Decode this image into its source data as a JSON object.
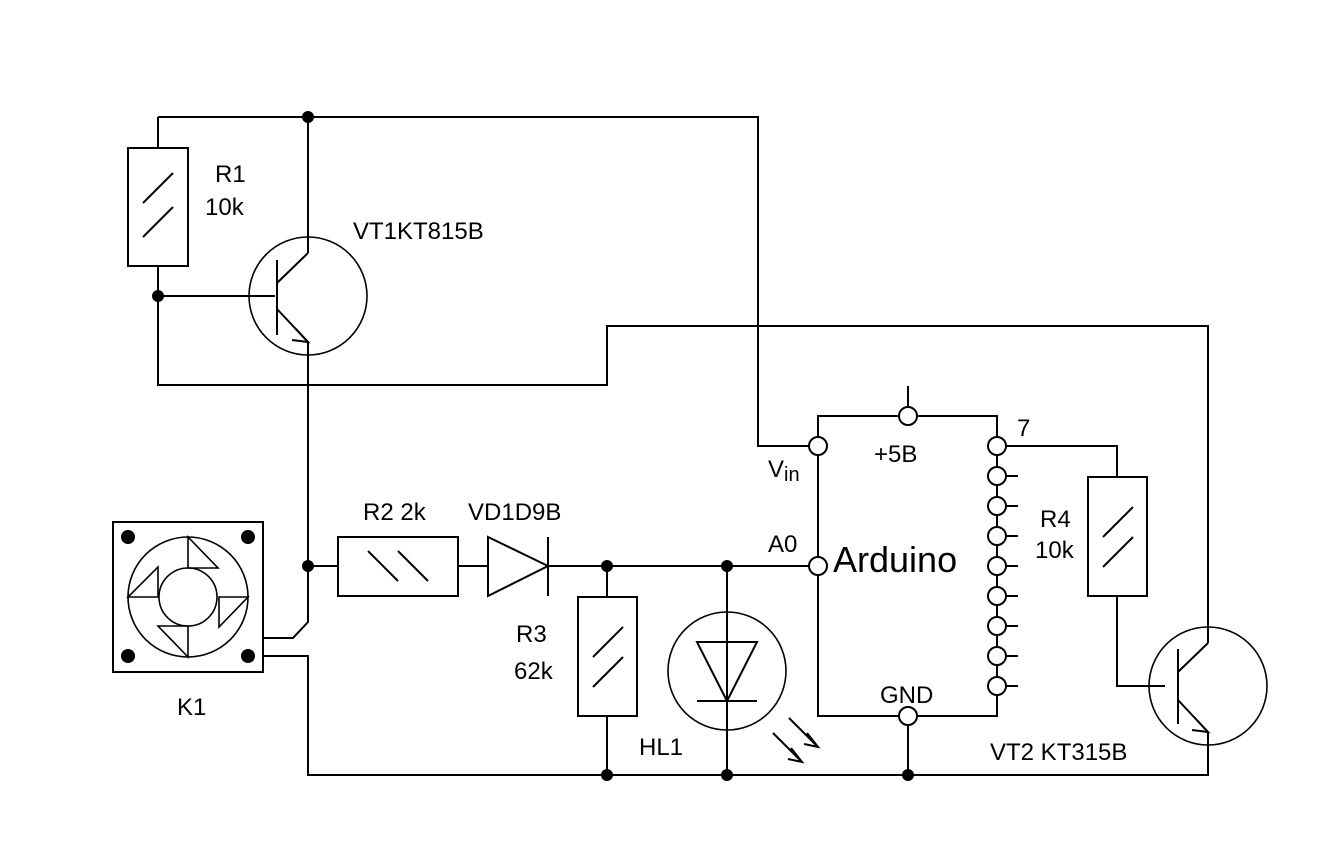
{
  "diagram": {
    "type": "electrical-schematic",
    "colors": {
      "line": "#000000",
      "background": "#ffffff"
    },
    "components": {
      "R1": {
        "ref": "R1",
        "value": "10k"
      },
      "VT1": {
        "ref": "VT1",
        "part": "KT815B",
        "label": "VT1KT815B"
      },
      "R2": {
        "ref": "R2",
        "value": "2k",
        "label": "R2 2k"
      },
      "VD1": {
        "ref": "VD1",
        "part": "D9B",
        "label": "VD1D9B"
      },
      "R3": {
        "ref": "R3",
        "value": "62k"
      },
      "HL1": {
        "ref": "HL1"
      },
      "K1": {
        "ref": "K1"
      },
      "R4": {
        "ref": "R4",
        "value": "10k"
      },
      "VT2": {
        "ref": "VT2",
        "part": "KT315B",
        "label": "VT2 KT315B"
      },
      "arduino": {
        "name": "Arduino",
        "pins": {
          "vin": "V",
          "vin_sub": "in",
          "plus5": "+5B",
          "a0": "A0",
          "gnd": "GND",
          "d7": "7"
        }
      }
    }
  }
}
